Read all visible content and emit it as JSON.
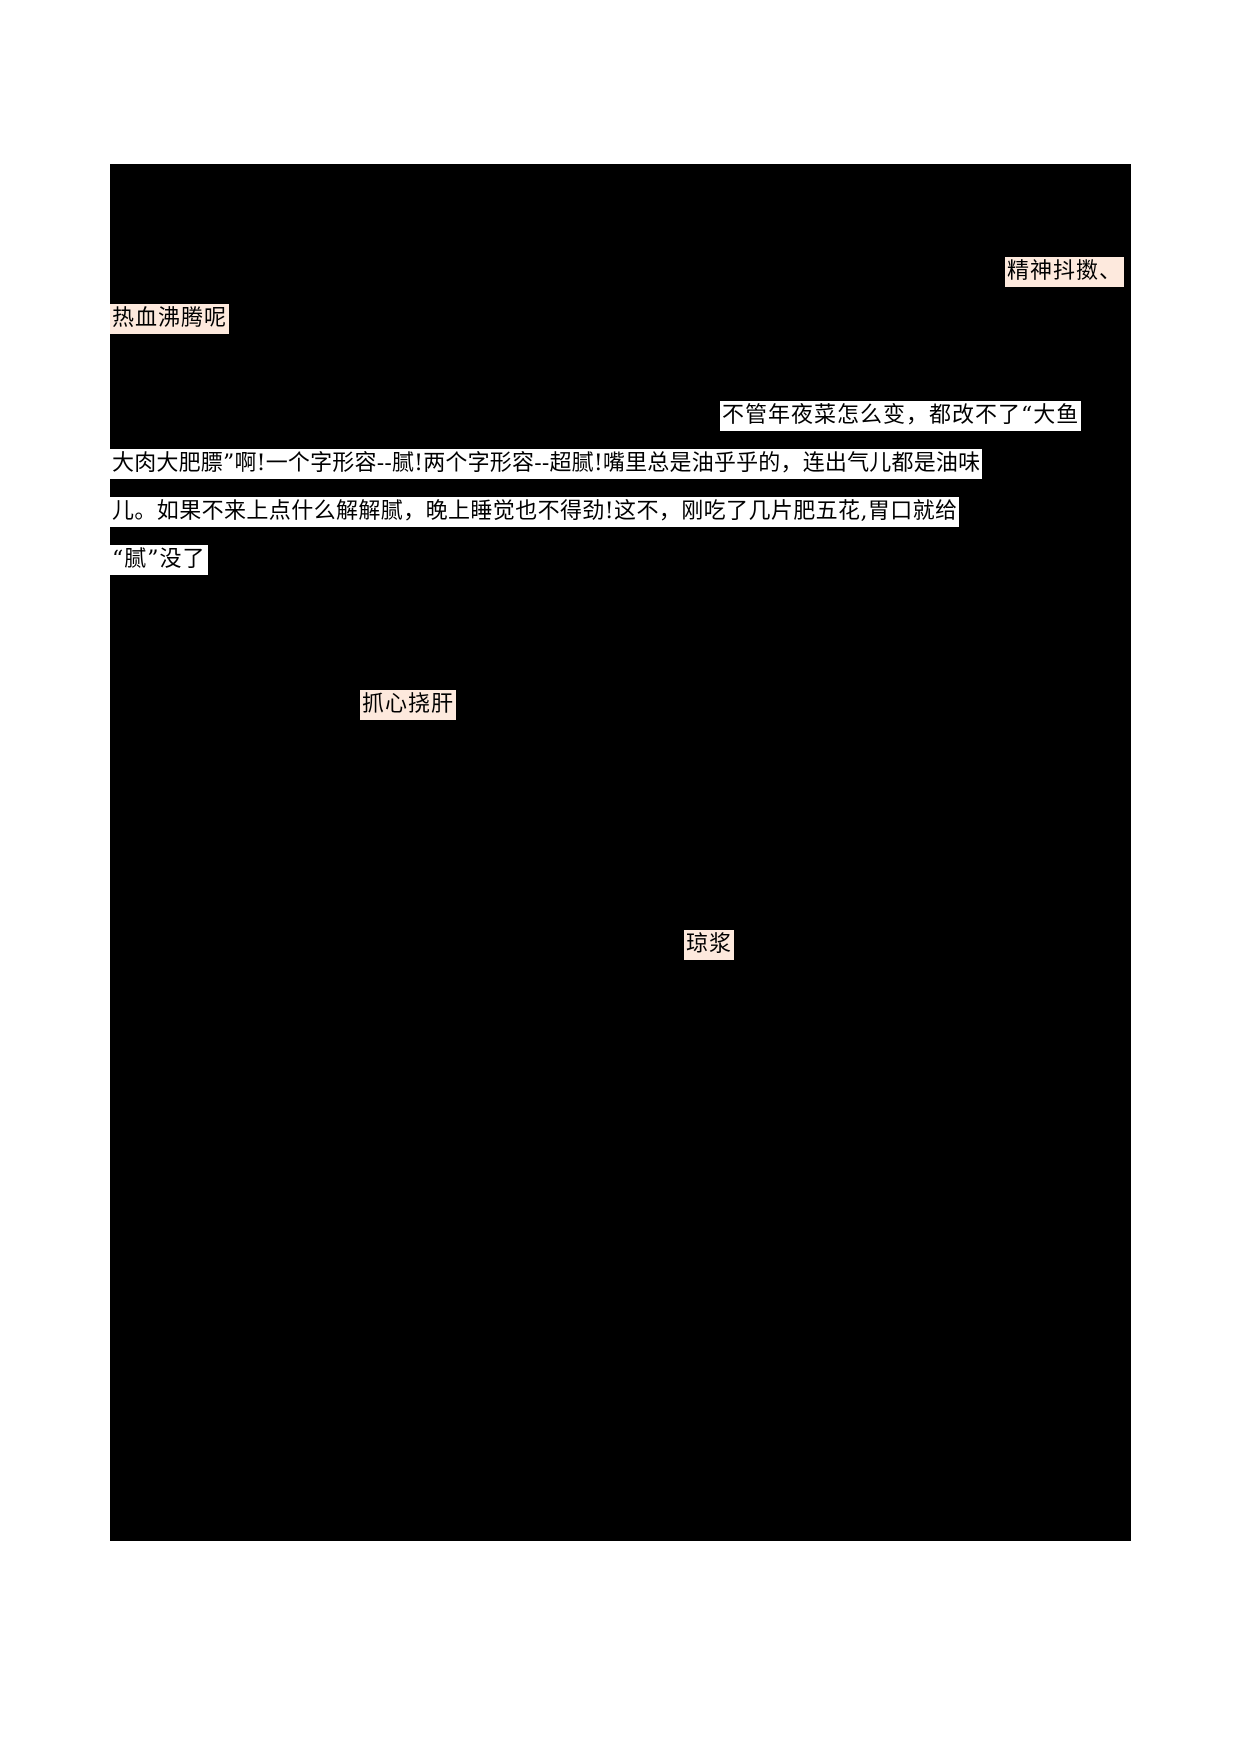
{
  "page": {
    "background": "#ffffff",
    "redaction_color": "#000000",
    "highlight_colors": {
      "peach": "#fde9dd",
      "white": "#ffffff"
    }
  },
  "fragments": [
    {
      "id": "idiom-1",
      "text": "精神抖擞、",
      "style": "peach"
    },
    {
      "id": "idiom-2",
      "text": "热血沸腾呢",
      "style": "peach"
    },
    {
      "id": "para-line-1",
      "text": "不管年夜菜怎么变，都改不了“大鱼",
      "style": "white"
    },
    {
      "id": "para-line-2",
      "text": "大肉大肥膘”啊!一个字形容--腻!两个字形容--超腻!嘴里总是油乎乎的，连出气儿都是油味",
      "style": "white"
    },
    {
      "id": "para-line-3",
      "text": "儿。如果不来上点什么解解腻，晚上睡觉也不得劲!这不，刚吃了几片肥五花,胃口就给",
      "style": "white"
    },
    {
      "id": "para-line-4",
      "text": "“腻”没了",
      "style": "white"
    },
    {
      "id": "idiom-3",
      "text": "抓心挠肝",
      "style": "peach"
    },
    {
      "id": "idiom-4",
      "text": "琼浆",
      "style": "peach"
    }
  ]
}
